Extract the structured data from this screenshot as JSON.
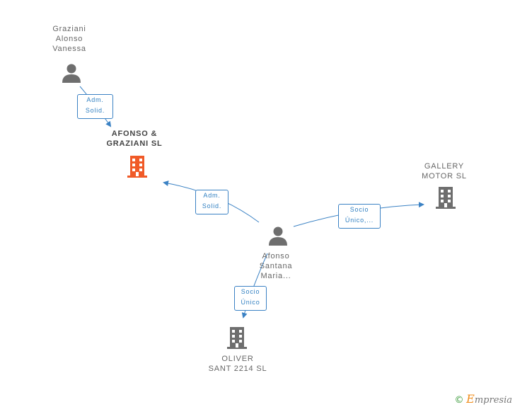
{
  "nodes": {
    "graziani": {
      "lines": [
        "Graziani",
        "Alonso",
        "Vanessa"
      ]
    },
    "afonso_graziani": {
      "lines": [
        "AFONSO &",
        "GRAZIANI SL"
      ]
    },
    "gallery": {
      "lines": [
        "GALLERY",
        "MOTOR SL"
      ]
    },
    "afonso_santana": {
      "lines": [
        "Afonso",
        "Santana",
        "Maria..."
      ]
    },
    "oliver": {
      "lines": [
        "OLIVER",
        "SANT 2214 SL"
      ]
    }
  },
  "edges": {
    "graziani_to_company": {
      "lines": [
        "Adm.",
        "Solid."
      ]
    },
    "santana_to_company": {
      "lines": [
        "Adm.",
        "Solid."
      ]
    },
    "santana_to_gallery": {
      "lines": [
        "Socio",
        "Único,..."
      ]
    },
    "santana_to_oliver": {
      "lines": [
        "Socio",
        "Único"
      ]
    }
  },
  "colors": {
    "edge": "#3b82c4",
    "person": "#6e6e6e",
    "company": "#6e6e6e",
    "focus_company": "#f05a28"
  },
  "footer": {
    "copyright": "©",
    "brand_initial": "E",
    "brand_rest": "mpresia"
  }
}
